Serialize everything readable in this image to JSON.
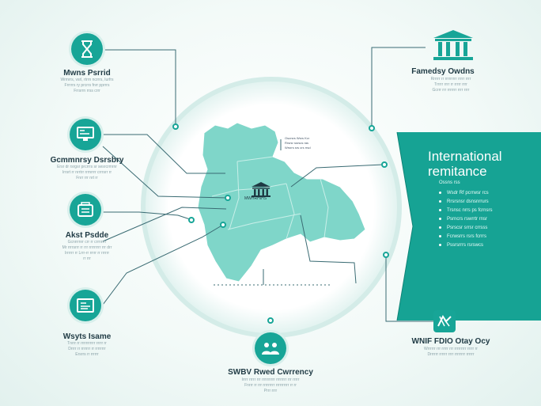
{
  "nodes": {
    "top_left": {
      "title": "Mwns Psrrid",
      "icon": "hourglass-icon",
      "desc": [
        "Wrmrrs, vsrl, rtrrn ncrrrs, Iurfrs",
        "Frrrrrs ry prcrrs fnrr pprrrs",
        "Frrsrrn rrss crrr"
      ]
    },
    "mid_left": {
      "title": "Gcmmnrsy Dsrsbry",
      "icon": "monitor-icon",
      "desc": [
        "Ersr dr rsrgsr prcrrrs sr sesrcrmrnr",
        "Irrsrt rr nrrtrr rrmrrrr crrrsrr rr",
        "Fnrr rrr nrt rr"
      ]
    },
    "lower_left": {
      "title": "Akst Psdde",
      "icon": "contract-icon",
      "desc": [
        "Gcnrrrnrr crr rr crrnrrrr",
        "Mr rrrrsrrr rr rrr rrrrrrrrr rrr drr",
        "Irrrrrr rr Lrrr-rr rrrrr rr rrrrrr",
        "rr  rrr"
      ]
    },
    "bottom_left": {
      "title": "Wsyts Isame",
      "icon": "document-icon",
      "desc": [
        "Tnrrr rr rrrrrrrrrrr rrrrr rr",
        "Drrrr rr rrrrrrr rr rrrrrrrr",
        "Ersrrs rr rrrrrr"
      ]
    },
    "top_right": {
      "title": "Famedsy Owdns",
      "icon": "bank-icon",
      "desc": [
        "Rrrrrr rr rrrrrrrrr rrrrr rrrr",
        "Trrrrr rrrr rr rrrrr rrrr",
        "Gcrrr rrr rrrrrrr rrrr rrrr"
      ]
    },
    "bottom_right": {
      "title": "WNIF FDIO Otay Ocy",
      "icon": "handshake-icon",
      "desc": [
        "Wrrrrrr rrr rrrrr rrr rrrrrrrrr rrrrr rr",
        "Drrrrrr rrrrrr rrrr rrrrrrrr rrrrrr"
      ]
    },
    "bottom_center": {
      "title": "SWBV Rwed Cwrrency",
      "icon": "people-icon",
      "desc": [
        "Irrrr rrrrr rrr rrrrrrrrrr rrrrrrrr rrr rrrrr",
        "Fnrrr rr rrr rrrrrrrrr rrrrrrrrrr rr rr",
        "Prrr rrrr"
      ]
    }
  },
  "banner": {
    "title": "International remitance",
    "heading": "Ossns rss",
    "items": [
      "Wsdr  Rf  pcrrwsr rcs",
      "Rrsrsnsr dsnsnrrurs",
      "Trsnsc nrrs ps fcrnsrs",
      "Psrncrs rswrrtr rnsr",
      "Psrscsr srrsr crrsss",
      "Fcrwsrrs rsrs fcrrrs",
      "Pssrsrrrs rsrswcs"
    ]
  },
  "map": {
    "caption": "MWHRHIHS",
    "note": [
      "Oscrsrs Wsrs Kcr",
      "Rrsrsr ssrscs ras",
      "Wrsrrs srs crs rrsd"
    ]
  },
  "colors": {
    "teal": "#17a597",
    "banner": "#16a394",
    "line": "#3a6b73",
    "map": "#7fd6c9"
  }
}
